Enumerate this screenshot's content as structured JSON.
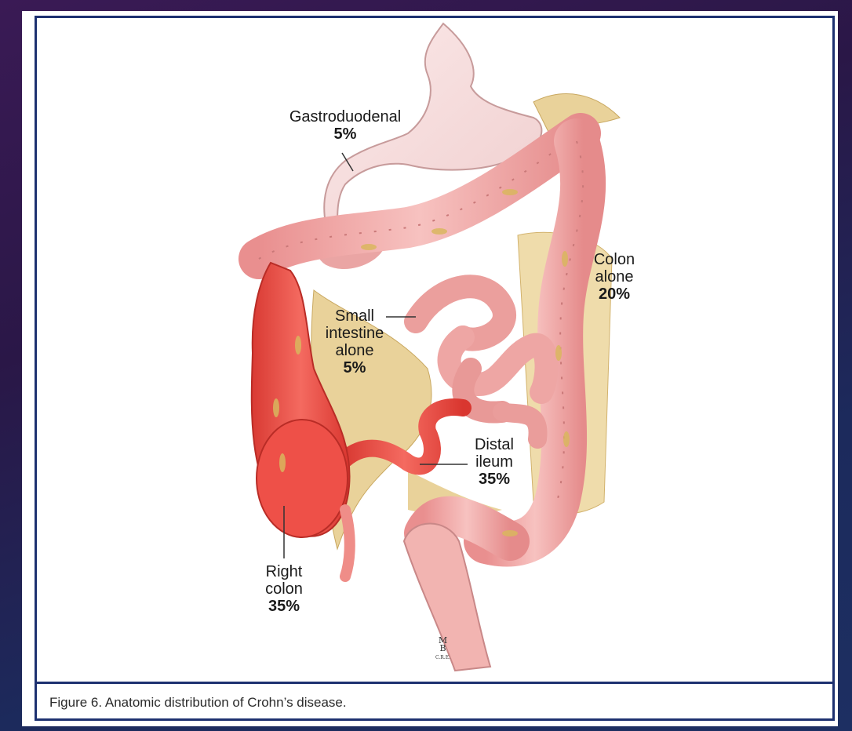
{
  "figure": {
    "caption": "Figure 6. Anatomic distribution of Crohn’s disease.",
    "labels": {
      "gastroduodenal": {
        "lines": [
          "Gastroduodenal"
        ],
        "percent": "5%"
      },
      "colon_alone": {
        "lines": [
          "Colon",
          "alone"
        ],
        "percent": "20%"
      },
      "small_intestine": {
        "lines": [
          "Small",
          "intestine",
          "alone"
        ],
        "percent": "5%"
      },
      "distal_ileum": {
        "lines": [
          "Distal",
          "ileum"
        ],
        "percent": "35%"
      },
      "right_colon": {
        "lines": [
          "Right",
          "colon"
        ],
        "percent": "35%"
      }
    },
    "signature": "M\nB\nC.R.E."
  },
  "colors": {
    "slide_background": "#2a1747",
    "frame_border": "#1d3170",
    "affected_tissue": "#e8473f",
    "colon_tissue": "#f0a8a6",
    "mesentery": "#e7cf95"
  }
}
